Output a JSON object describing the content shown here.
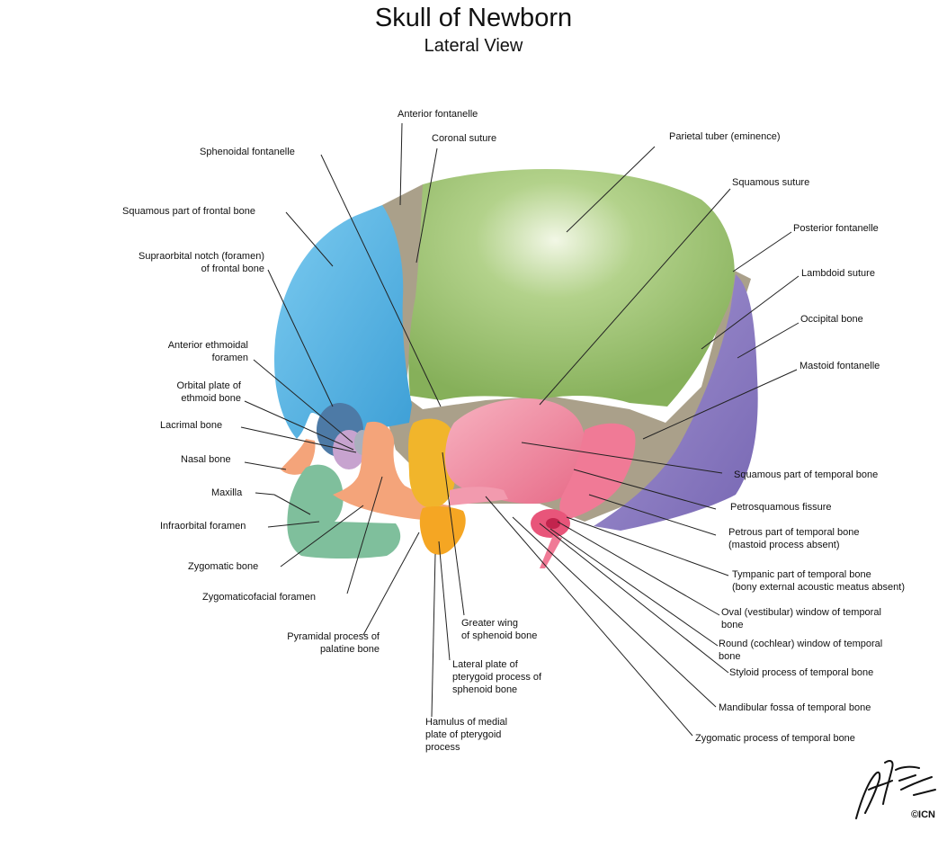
{
  "header": {
    "title": "Skull of Newborn",
    "subtitle": "Lateral View"
  },
  "labels": {
    "anterior_fontanelle": "Anterior fontanelle",
    "coronal_suture": "Coronal suture",
    "sphenoidal_fontanelle": "Sphenoidal fontanelle",
    "parietal_tuber": "Parietal tuber (eminence)",
    "squamous_suture": "Squamous suture",
    "squamous_frontal": "Squamous part of frontal bone",
    "posterior_fontanelle": "Posterior fontanelle",
    "supraorbital_notch_1": "Supraorbital notch (foramen)",
    "supraorbital_notch_2": "of frontal bone",
    "lambdoid_suture": "Lambdoid suture",
    "occipital_bone": "Occipital bone",
    "anterior_ethmoidal_1": "Anterior ethmoidal",
    "anterior_ethmoidal_2": "foramen",
    "mastoid_fontanelle": "Mastoid fontanelle",
    "orbital_plate_1": "Orbital plate of",
    "orbital_plate_2": "ethmoid bone",
    "lacrimal_bone": "Lacrimal bone",
    "nasal_bone": "Nasal bone",
    "squamous_temporal": "Squamous part of temporal bone",
    "maxilla": "Maxilla",
    "petrosquamous_fissure": "Petrosquamous fissure",
    "infraorbital_foramen": "Infraorbital foramen",
    "petrous_temporal_1": "Petrous part of temporal bone",
    "petrous_temporal_2": "(mastoid process absent)",
    "zygomatic_bone": "Zygomatic bone",
    "tympanic_1": "Tympanic part of temporal bone",
    "tympanic_2": "(bony external acoustic meatus absent)",
    "zygomaticofacial": "Zygomaticofacial foramen",
    "oval_window_1": "Oval (vestibular) window of temporal",
    "oval_window_2": "bone",
    "greater_wing_1": "Greater wing",
    "greater_wing_2": "of sphenoid bone",
    "round_window_1": "Round (cochlear) window of temporal",
    "round_window_2": "bone",
    "pyramidal_1": "Pyramidal process of",
    "pyramidal_2": "palatine bone",
    "styloid": "Styloid process of temporal bone",
    "lateral_plate_1": "Lateral plate of",
    "lateral_plate_2": "pterygoid process of",
    "lateral_plate_3": "sphenoid bone",
    "mandibular_fossa": "Mandibular fossa of temporal bone",
    "hamulus_1": "Hamulus of medial",
    "hamulus_2": "plate of pterygoid",
    "hamulus_3": "process",
    "zygomatic_process": "Zygomatic process of temporal bone"
  },
  "signature": {
    "mark": "©ICN"
  },
  "colors": {
    "parietal": "#9cc46f",
    "frontal": "#5fb9e6",
    "occipital": "#8f7fc2",
    "temporal": "#f08aa0",
    "sphenoid": "#f1b52b",
    "ethmoid": "#c7a3cf",
    "maxilla": "#7fbf9c",
    "zygomatic": "#f4a47a",
    "suture": "#a89f87"
  }
}
